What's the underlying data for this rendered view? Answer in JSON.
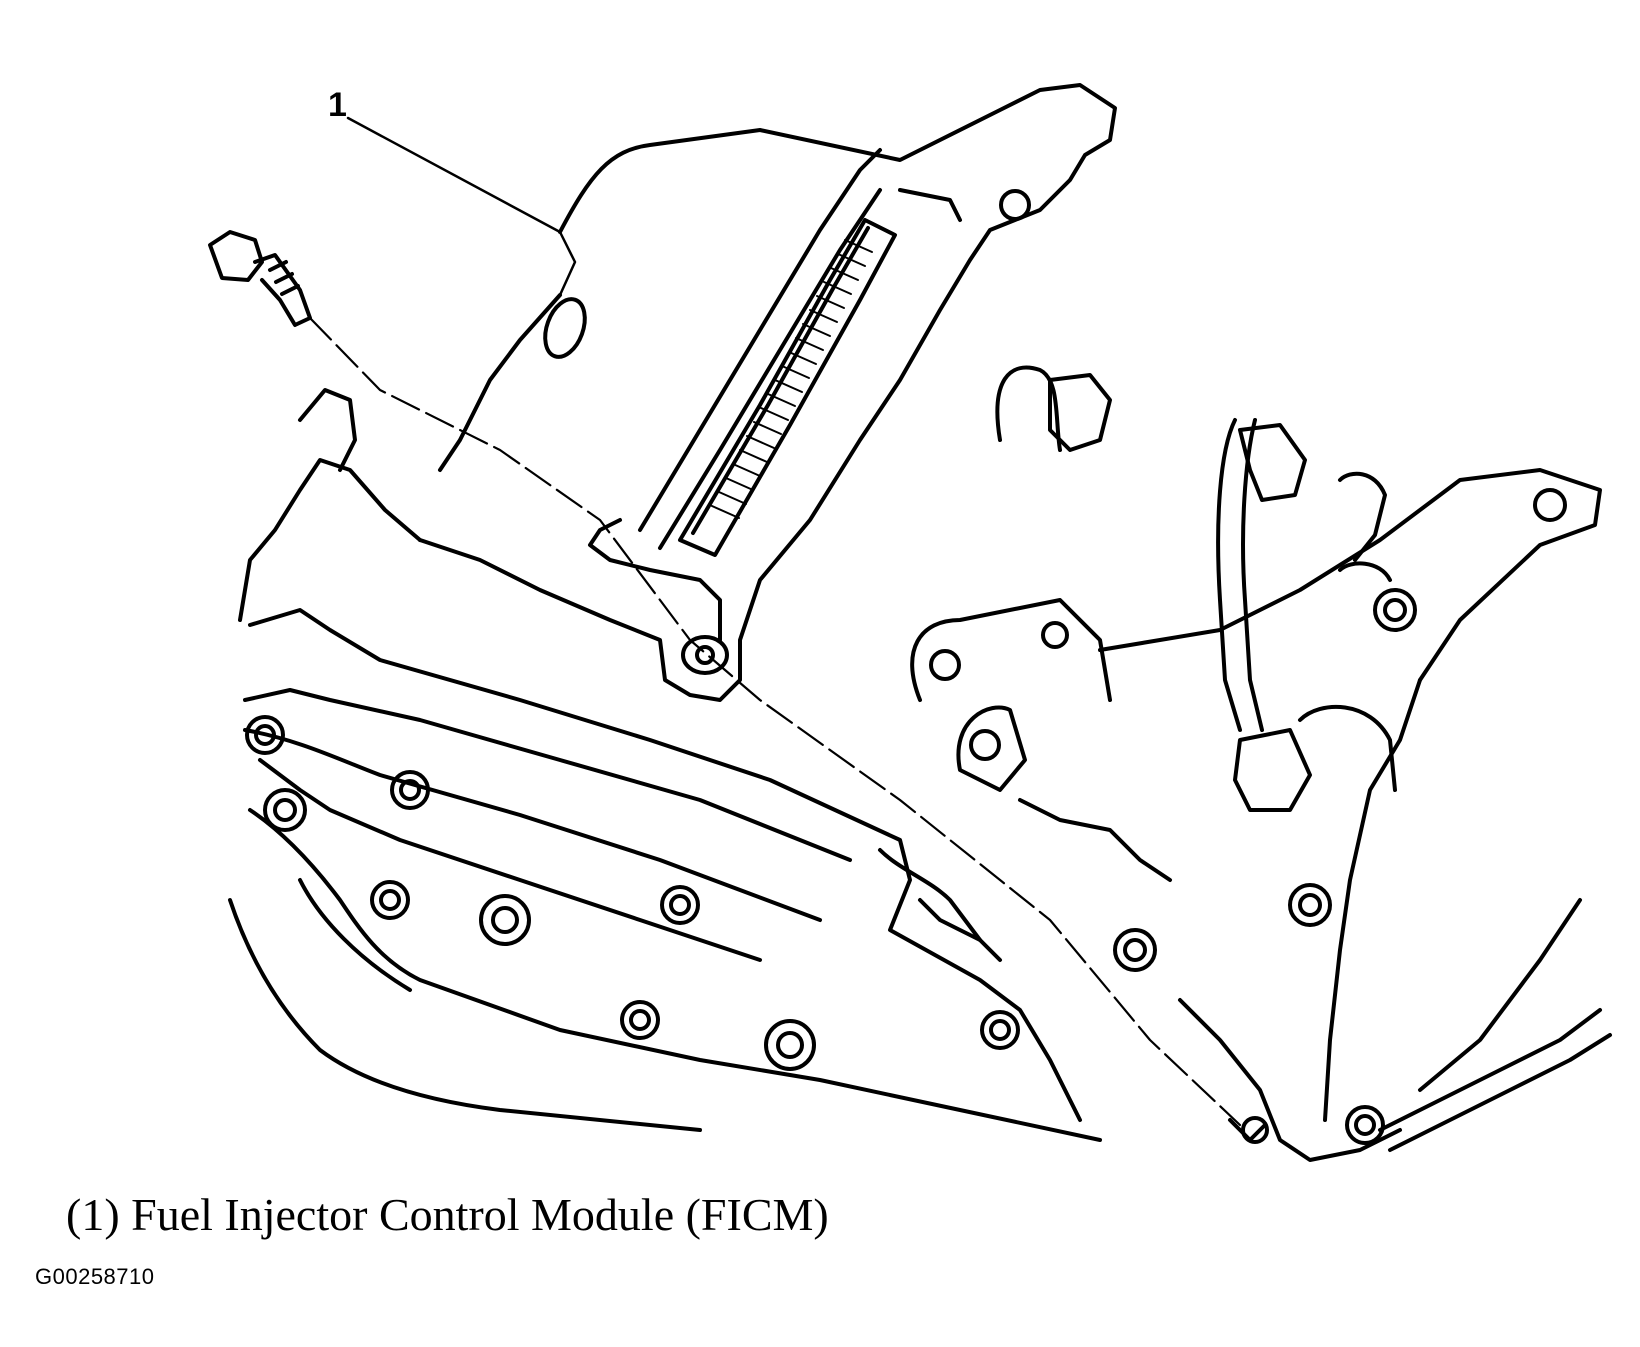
{
  "diagram": {
    "callout_number": "1",
    "caption": "(1) Fuel Injector Control Module (FICM)",
    "figure_id": "G00258710",
    "parts": [
      {
        "callout": "1",
        "name": "Fuel Injector Control Module (FICM)"
      }
    ]
  }
}
